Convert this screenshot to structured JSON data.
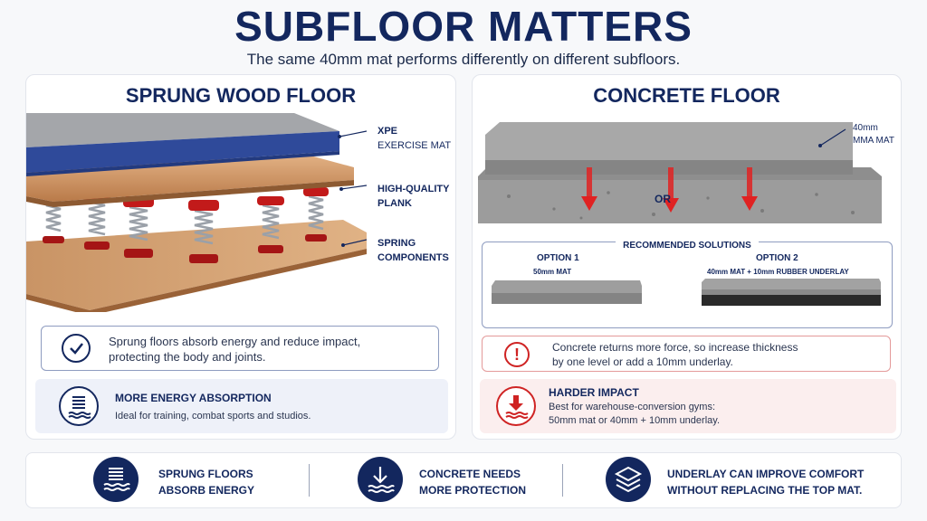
{
  "header": {
    "title": "SUBFLOOR MATTERS",
    "subtitle": "The same 40mm mat performs differently on different subfloors."
  },
  "left_panel": {
    "title": "SPRUNG WOOD FLOOR",
    "labels": [
      {
        "line1": "XPE",
        "line2": "EXERCISE MAT"
      },
      {
        "line1": "HIGH-QUALITY",
        "line2": "PLANK"
      },
      {
        "line1": "SPRING",
        "line2": "COMPONENTS"
      }
    ],
    "info_line1": "Sprung floors absorb energy and reduce impact,",
    "info_line2": "protecting the body and joints.",
    "feature_title": "MORE ENERGY ABSORPTION",
    "feature_text": "Ideal for training, combat sports and studios."
  },
  "right_panel": {
    "title": "CONCRETE FLOOR",
    "mat_label_line1": "40mm",
    "mat_label_line2": "MMA MAT",
    "recommended_title": "RECOMMENDED SOLUTIONS",
    "option1_title": "OPTION 1",
    "option1_sub": "50mm MAT",
    "or_label": "OR",
    "option2_title": "OPTION 2",
    "option2_sub": "40mm MAT + 10mm RUBBER UNDERLAY",
    "info_line1": "Concrete returns more force, so increase thickness",
    "info_line2": "by one level or add a 10mm underlay.",
    "feature_title": "HARDER IMPACT",
    "feature_line1": "Best for warehouse-conversion gyms:",
    "feature_line2": "50mm mat or 40mm + 10mm underlay."
  },
  "bottom": [
    {
      "icon": "spring-icon",
      "line1": "SPRUNG FLOORS",
      "line2": "ABSORB ENERGY"
    },
    {
      "icon": "down-arrow-icon",
      "line1": "CONCRETE NEEDS",
      "line2": "MORE PROTECTION"
    },
    {
      "icon": "layers-icon",
      "line1": "UNDERLAY CAN IMPROVE COMFORT",
      "line2": "WITHOUT REPLACING THE TOP MAT."
    }
  ],
  "colors": {
    "navy": "#13275e",
    "red": "#cf2323",
    "mat_blue": "#2f4a9a",
    "wood": "#c98d5c",
    "concrete": "#9a9a9a"
  }
}
